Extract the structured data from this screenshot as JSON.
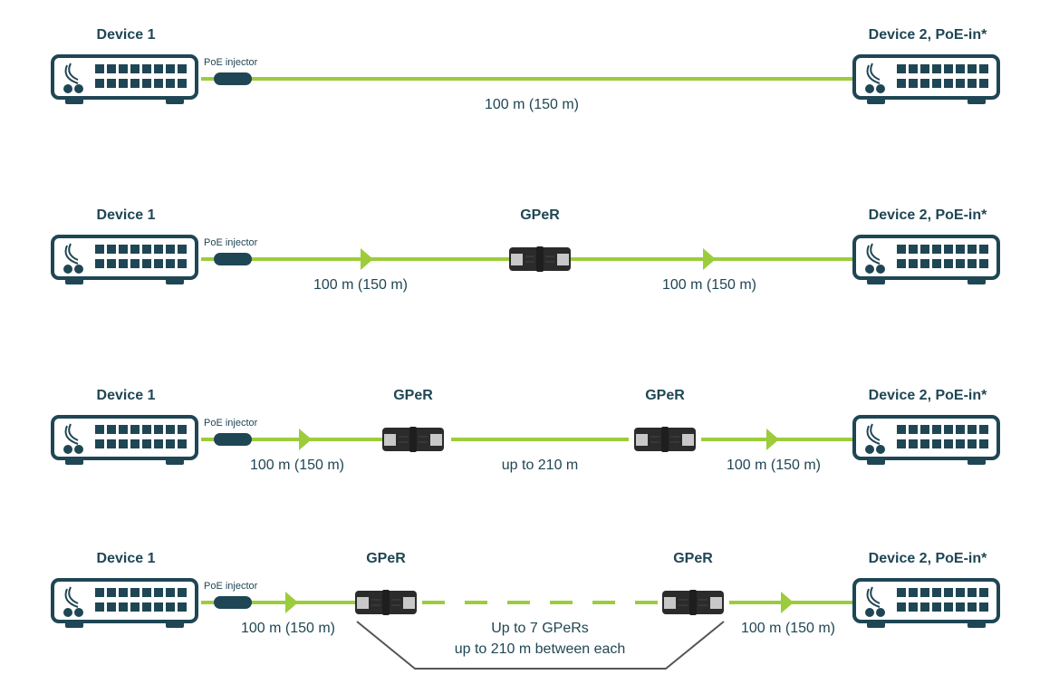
{
  "colors": {
    "device": "#1f4654",
    "cable": "#9ccc3c",
    "gper_body": "#2b2b2b",
    "gper_end": "#c8c8c8",
    "bracket": "#555555",
    "text": "#1f4654"
  },
  "labels": {
    "device1": "Device 1",
    "device2": "Device 2, PoE-in*",
    "poe_injector": "PoE injector",
    "gper": "GPeR"
  },
  "scenarios": [
    {
      "id": "direct",
      "gper_count": 0,
      "segments": [
        "100 m (150 m)"
      ]
    },
    {
      "id": "one-gper",
      "gper_count": 1,
      "segments": [
        "100 m (150 m)",
        "100 m (150 m)"
      ]
    },
    {
      "id": "two-gper",
      "gper_count": 2,
      "segments": [
        "100 m (150 m)",
        "up to 210 m",
        "100 m (150 m)"
      ]
    },
    {
      "id": "chain-gper",
      "gper_count": 2,
      "dashed_middle": true,
      "segments": [
        "100 m (150 m)",
        "100 m (150 m)"
      ],
      "chain_note": [
        "Up to 7 GPeRs",
        "up to 210 m between each"
      ]
    }
  ]
}
